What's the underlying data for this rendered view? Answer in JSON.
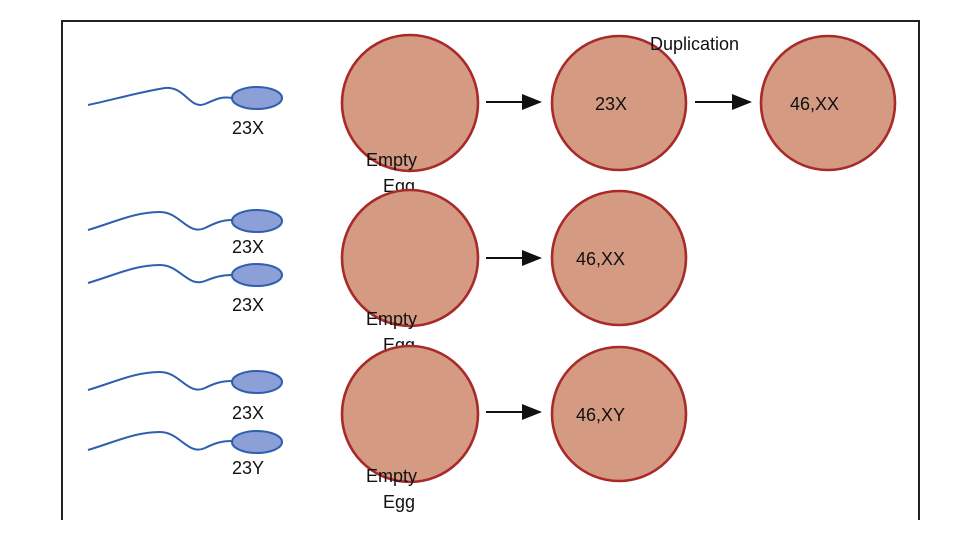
{
  "duplication_label": "Duplication",
  "empty_egg_line1": "Empty",
  "empty_egg_line2": "Egg",
  "rows": [
    {
      "sperm": [
        "23X"
      ],
      "stages": [
        "23X",
        "46,XX"
      ]
    },
    {
      "sperm": [
        "23X",
        "23X"
      ],
      "stages": [
        "46,XX"
      ]
    },
    {
      "sperm": [
        "23X",
        "23Y"
      ],
      "stages": [
        "46,XY"
      ]
    }
  ],
  "colors": {
    "egg_fill": "#d49a82",
    "egg_stroke": "#a82a2a",
    "sperm_head": "#8c9fd6",
    "sperm_line": "#2f5fb0"
  }
}
